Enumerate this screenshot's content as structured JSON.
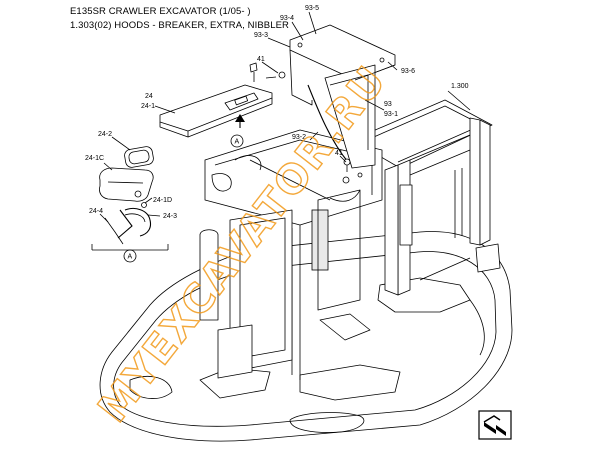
{
  "header": {
    "model_line": "E135SR CRAWLER EXCAVATOR (1/05- )",
    "section_line": "1.303(02) HOODS - BREAKER, EXTRA, NIBBLER"
  },
  "watermark": {
    "text": "MYEXCAVATOR.RU",
    "color": "#f29a1a"
  },
  "callouts": {
    "c93_5": "93-5",
    "c93_4": "93-4",
    "c93_3": "93-3",
    "c41a": "41",
    "c93_6": "93-6",
    "c1300": "1.300",
    "c24": "24",
    "c24_1": "24-1",
    "c93": "93",
    "c93_1": "93-1",
    "c93_2": "93-2",
    "c41b": "41",
    "c24_2": "24-2",
    "c24_1c": "24-1C",
    "c24_1d": "24-1D",
    "c24_3": "24-3",
    "c24_4": "24-4",
    "detail_a1": "A",
    "detail_a2": "A"
  },
  "icons": {
    "next_page": "next-page-arrow-icon"
  }
}
